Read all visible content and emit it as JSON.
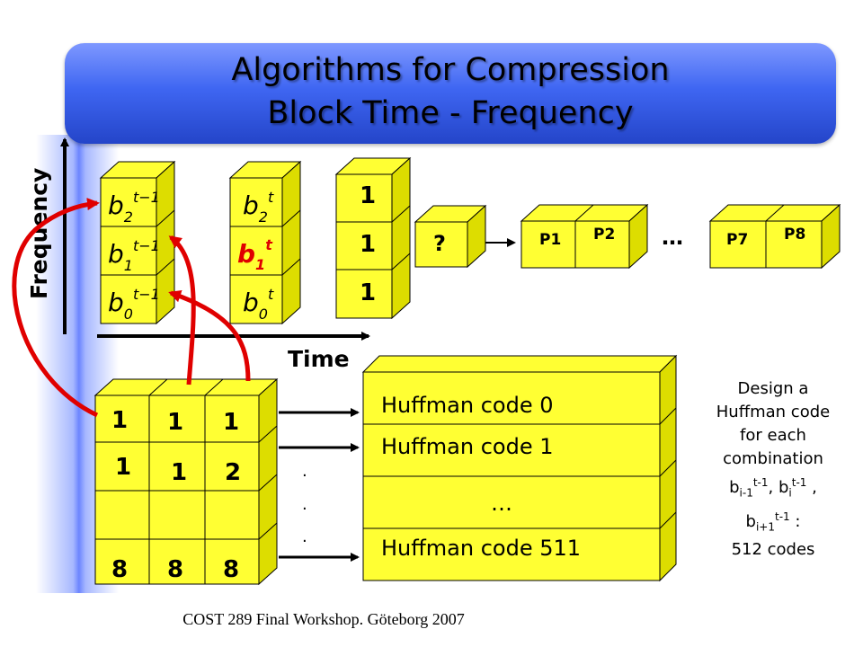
{
  "title": {
    "line1": "Algorithms for Compression",
    "line2": "Block Time - Frequency"
  },
  "axes": {
    "frequency_label": "Frequency",
    "time_label": "Time"
  },
  "prev_column": {
    "cells": [
      "b2t−1",
      "b1t−1",
      "b0t−1"
    ]
  },
  "current_column": {
    "cells": [
      "b2t",
      "b1t",
      "b0t"
    ]
  },
  "bits_column": {
    "cells": [
      "1",
      "1",
      "1"
    ]
  },
  "unknown_cell": "?",
  "pairs": {
    "p1": "P1",
    "p2": "P2",
    "dots": "…",
    "p7": "P7",
    "p8": "P8"
  },
  "combo_table": {
    "row1": [
      "1",
      "1",
      "1"
    ],
    "row2": [
      "1",
      "1",
      "2"
    ],
    "row4": [
      "8",
      "8",
      "8"
    ]
  },
  "vertical_dots": [
    "·",
    "·",
    "·"
  ],
  "huffman": {
    "row0": "Huffman code 0",
    "row1": "Huffman code 1",
    "row2": "…",
    "row3": "Huffman code 511"
  },
  "note": {
    "l1": "Design a",
    "l2": "Huffman code",
    "l3": "for each",
    "l4": "combination",
    "b": "b",
    "i_minus": "i-1",
    "i": "i",
    "i_plus": "i+1",
    "tm1": "t-1",
    "comma": ",",
    "colon": ":",
    "l7": "512 codes"
  },
  "footer": "COST 289 Final Workshop. Göteborg 2007",
  "colors": {
    "box_yellow": "#ffff33",
    "huff_front": "#ffff33",
    "arrow_red": "#e00000",
    "title_blue": "#3f66f2"
  }
}
